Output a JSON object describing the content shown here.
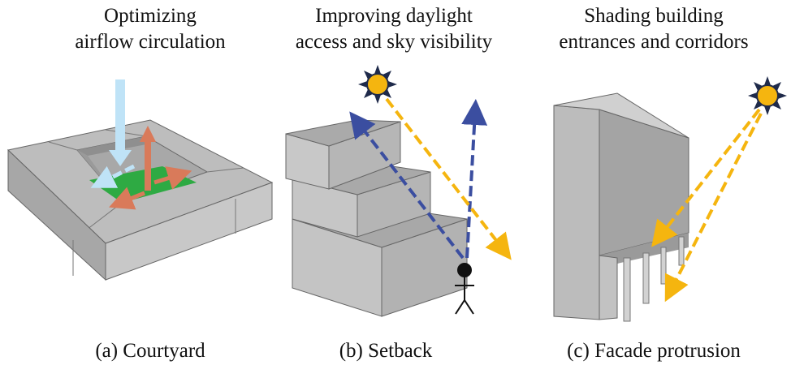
{
  "panels": [
    {
      "title": "Optimizing\nairflow circulation",
      "caption": "(a) Courtyard"
    },
    {
      "title": "Improving daylight\naccess and sky visibility",
      "caption": "(b) Setback"
    },
    {
      "title": "Shading building\nentrances and corridors",
      "caption": "(c) Facade protrusion"
    }
  ],
  "colors": {
    "building_top": "#bdbdbd",
    "building_light": "#cfcfcf",
    "building_dark": "#9e9e9e",
    "green": "#2eaa43",
    "wind_down": "#bfe3f7",
    "wind_up": "#d97a5a",
    "sun": "#f5b50f",
    "sun_ray": "#f5b50f",
    "sky_arrow": "#3b4ea0",
    "outline": "#555555"
  },
  "icons": [
    "sun-icon",
    "sun-icon",
    "person-icon"
  ]
}
